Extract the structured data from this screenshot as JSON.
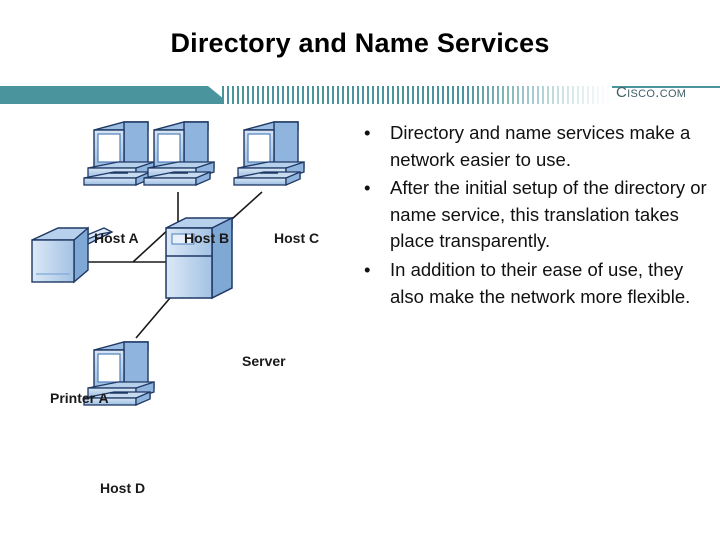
{
  "slide": {
    "title": "Directory and Name Services",
    "brand": {
      "text": "Cisco.com",
      "lead": "C",
      "rest": "isco.com",
      "bar_color": "#4a949e",
      "text_color": "#3f5f66"
    },
    "background": "#ffffff"
  },
  "diagram": {
    "name": "network-topology-diagram",
    "colors": {
      "device_fill_light": "#cfe0f2",
      "device_fill_mid": "#a8c6e8",
      "device_fill_dark": "#7fa8d4",
      "device_outline": "#1f3864",
      "screen_fill": "#ffffff",
      "link_line": "#1a1a1a"
    },
    "nodes": [
      {
        "id": "host-a",
        "label": "Host A",
        "type": "workstation"
      },
      {
        "id": "host-b",
        "label": "Host B",
        "type": "workstation"
      },
      {
        "id": "host-c",
        "label": "Host C",
        "type": "workstation"
      },
      {
        "id": "host-d",
        "label": "Host D",
        "type": "workstation"
      },
      {
        "id": "server",
        "label": "Server",
        "type": "server-tower"
      },
      {
        "id": "printer-a",
        "label": "Printer A",
        "type": "printer"
      }
    ],
    "links": [
      {
        "from": "host-a",
        "to": "server"
      },
      {
        "from": "host-b",
        "to": "server"
      },
      {
        "from": "host-c",
        "to": "server"
      },
      {
        "from": "host-d",
        "to": "server"
      },
      {
        "from": "printer-a",
        "to": "server"
      }
    ]
  },
  "content": {
    "bullet_char": "•",
    "bullets": [
      "Directory and name services make a network easier to use.",
      "After the initial setup of the directory or name service, this translation takes place transparently.",
      "In addition to their ease of use, they also make the network more flexible."
    ]
  }
}
